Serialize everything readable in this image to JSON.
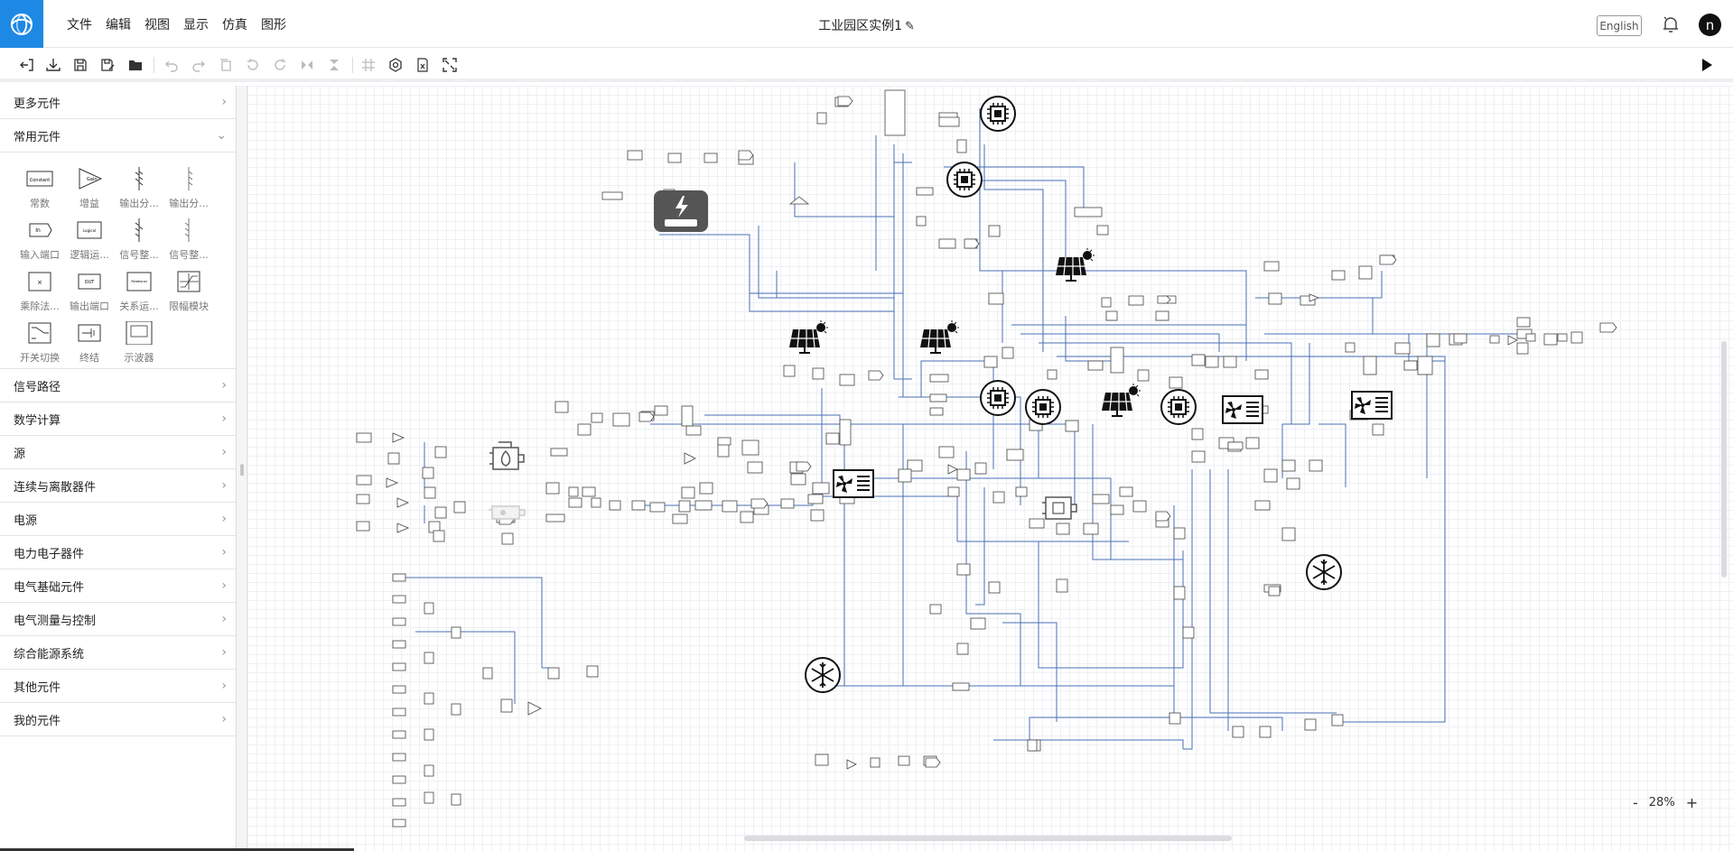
{
  "app": {
    "logo_icon": "swirl-logo-icon",
    "menu": [
      "文件",
      "编辑",
      "视图",
      "显示",
      "仿真",
      "图形"
    ],
    "document_title": "工业园区实例1",
    "edit_icon": "pencil-icon",
    "language_button": "English",
    "notification_icon": "bell-icon",
    "avatar_letter": "n",
    "accent_color": "#1e88e5"
  },
  "toolbar": {
    "icons": [
      "exit-icon",
      "download-icon",
      "save-icon",
      "save-as-icon",
      "open-folder-icon",
      "undo-icon",
      "redo-icon",
      "copy-icon",
      "rotate-left-icon",
      "rotate-right-icon",
      "flip-horizontal-icon",
      "flip-vertical-icon",
      "grid-icon",
      "settings-icon",
      "formula-icon",
      "fullscreen-icon"
    ],
    "run_icon": "play-icon"
  },
  "sidebar": {
    "categories_top": [
      {
        "label": "更多元件",
        "expanded": false
      },
      {
        "label": "常用元件",
        "expanded": true
      }
    ],
    "palette": [
      {
        "label": "常数",
        "icon": "constant-block-icon",
        "block_text": "Constant"
      },
      {
        "label": "增益",
        "icon": "gain-block-icon",
        "block_text": "Gain"
      },
      {
        "label": "输出分...",
        "icon": "demux-block-icon",
        "block_text": ""
      },
      {
        "label": "输出分...",
        "icon": "bus-selector-icon",
        "block_text": ""
      },
      {
        "label": "输入端口",
        "icon": "inport-block-icon",
        "block_text": "In"
      },
      {
        "label": "逻辑运...",
        "icon": "logic-block-icon",
        "block_text": "Logical"
      },
      {
        "label": "信号整...",
        "icon": "mux-block-icon",
        "block_text": ""
      },
      {
        "label": "信号整...",
        "icon": "bus-creator-icon",
        "block_text": ""
      },
      {
        "label": "乘除法...",
        "icon": "product-block-icon",
        "block_text": "×"
      },
      {
        "label": "输出端口",
        "icon": "outport-block-icon",
        "block_text": "OUT"
      },
      {
        "label": "关系运...",
        "icon": "relational-block-icon",
        "block_text": "Relational"
      },
      {
        "label": "限幅模块",
        "icon": "saturation-block-icon",
        "block_text": ""
      },
      {
        "label": "开关切换",
        "icon": "switch-block-icon",
        "block_text": ""
      },
      {
        "label": "终结",
        "icon": "terminator-block-icon",
        "block_text": ""
      },
      {
        "label": "示波器",
        "icon": "scope-block-icon",
        "block_text": ""
      }
    ],
    "categories_bottom": [
      "信号路径",
      "数学计算",
      "源",
      "连续与离散器件",
      "电源",
      "电力电子器件",
      "电气基础元件",
      "电气测量与控制",
      "综合能源系统",
      "其他元件",
      "我的元件"
    ]
  },
  "canvas": {
    "zoom_minus": "-",
    "zoom_level": "28%",
    "zoom_plus": "+",
    "component_icons": [
      "charger-icon",
      "chip-icon",
      "solar-panel-icon",
      "fan-panel-icon",
      "snowflake-icon",
      "gas-engine-icon",
      "transformer-icon"
    ]
  }
}
